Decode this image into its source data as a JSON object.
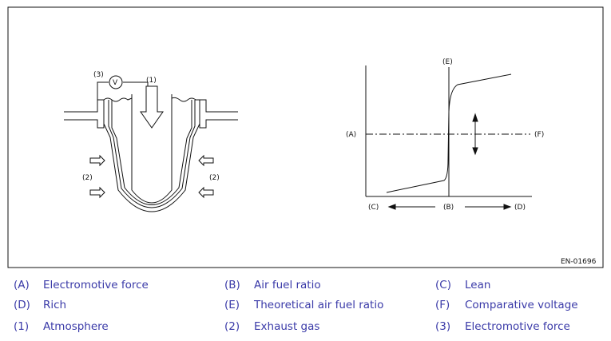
{
  "figure": {
    "sensor_labels": {
      "emf": "(3)",
      "voltmeter": "V",
      "atmosphere": "(1)",
      "exhaust_left": "(2)",
      "exhaust_right": "(2)"
    },
    "graph_labels": {
      "E": "(E)",
      "A": "(A)",
      "F": "(F)",
      "C": "(C)",
      "B": "(B)",
      "D": "(D)"
    },
    "code": "EN-01696"
  },
  "legend": [
    {
      "key": "(A)",
      "text": "Electromotive force"
    },
    {
      "key": "(B)",
      "text": "Air fuel ratio"
    },
    {
      "key": "(C)",
      "text": "Lean"
    },
    {
      "key": "(D)",
      "text": "Rich"
    },
    {
      "key": "(E)",
      "text": "Theoretical air fuel ratio"
    },
    {
      "key": "(F)",
      "text": "Comparative voltage"
    },
    {
      "key": "(1)",
      "text": "Atmosphere"
    },
    {
      "key": "(2)",
      "text": "Exhaust gas"
    },
    {
      "key": "(3)",
      "text": "Electromotive force"
    }
  ],
  "colors": {
    "legend_text": "#3a3aa8",
    "line": "#111111"
  }
}
